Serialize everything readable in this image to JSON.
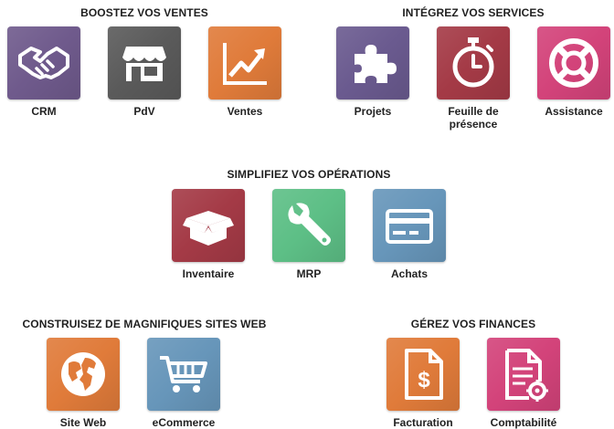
{
  "sections": {
    "boost": "BOOSTEZ VOS VENTES",
    "integrate": "INTÉGREZ VOS SERVICES",
    "simplify": "SIMPLIFIEZ VOS OPÉRATIONS",
    "build": "CONSTRUISEZ DE MAGNIFIQUES SITES WEB",
    "finance": "GÉREZ VOS FINANCES"
  },
  "apps": {
    "crm": {
      "label": "CRM",
      "color": "#6f5a8c",
      "icon": "handshake-icon"
    },
    "pdv": {
      "label": "PdV",
      "color": "#5a5a5a",
      "icon": "shop-icon"
    },
    "ventes": {
      "label": "Ventes",
      "color": "#e07b3a",
      "icon": "trend-chart-icon"
    },
    "projets": {
      "label": "Projets",
      "color": "#6a5a8f",
      "icon": "puzzle-icon"
    },
    "feuille": {
      "label": "Feuille de présence",
      "color": "#a43a46",
      "icon": "stopwatch-icon"
    },
    "assistance": {
      "label": "Assistance",
      "color": "#d3437a",
      "icon": "lifebuoy-icon"
    },
    "inventaire": {
      "label": "Inventaire",
      "color": "#a43a46",
      "icon": "box-icon"
    },
    "mrp": {
      "label": "MRP",
      "color": "#5dbf86",
      "icon": "wrench-icon"
    },
    "achats": {
      "label": "Achats",
      "color": "#6796ba",
      "icon": "credit-card-icon"
    },
    "siteweb": {
      "label": "Site Web",
      "color": "#e07b3a",
      "icon": "globe-icon"
    },
    "ecommerce": {
      "label": "eCommerce",
      "color": "#6796ba",
      "icon": "cart-icon"
    },
    "facturation": {
      "label": "Facturation",
      "color": "#e07b3a",
      "icon": "invoice-icon"
    },
    "comptabilite": {
      "label": "Comptabilité",
      "color": "#d3437a",
      "icon": "accounting-doc-icon"
    }
  }
}
